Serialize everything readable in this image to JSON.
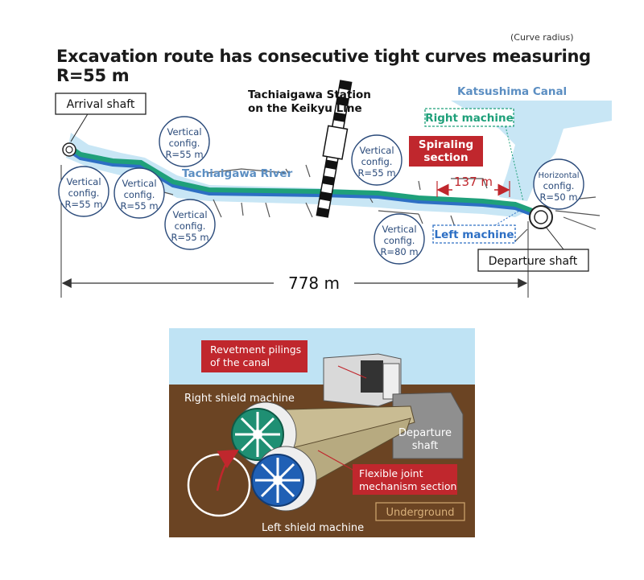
{
  "note": "(Curve radius)",
  "title": "Excavation route has consecutive tight curves measuring R=55 m",
  "labels": {
    "arrival": "Arrival shaft",
    "departure": "Departure shaft",
    "station_l1": "Tachiaigawa Station",
    "station_l2": "on the Keikyu Line",
    "canal": "Katsushima Canal",
    "river": "Tachiaigawa River",
    "right_machine": "Right machine",
    "left_machine": "Left machine",
    "spiral_l1": "Spiraling",
    "spiral_l2": "section",
    "len_spiral": "137 m",
    "len_total": "778 m"
  },
  "curves": [
    {
      "l1": "Vertical",
      "l2": "config.",
      "l3": "R=55 m"
    },
    {
      "l1": "Vertical",
      "l2": "config.",
      "l3": "R=55 m"
    },
    {
      "l1": "Vertical",
      "l2": "config.",
      "l3": "R=55 m"
    },
    {
      "l1": "Vertical",
      "l2": "config.",
      "l3": "R=55 m"
    },
    {
      "l1": "Vertical",
      "l2": "config.",
      "l3": "R=55 m"
    },
    {
      "l1": "Vertical",
      "l2": "config.",
      "l3": "R=80 m"
    },
    {
      "l1": "Horizontal",
      "l2": "config.",
      "l3": "R=50 m"
    }
  ],
  "section": {
    "revetment_l1": "Revetment pilings",
    "revetment_l2": "of the canal",
    "right_shield": "Right shield machine",
    "left_shield": "Left shield machine",
    "departure_l1": "Departure",
    "departure_l2": "shaft",
    "flex_l1": "Flexible joint",
    "flex_l2": "mechanism section",
    "underground": "Underground"
  },
  "colors": {
    "route_green": "#1fa07a",
    "route_blue": "#2d6fc4",
    "water": "#c8e6f5",
    "accent_red": "#c0272d",
    "ground": "#6b4423",
    "sky": "#bfe3f4"
  }
}
